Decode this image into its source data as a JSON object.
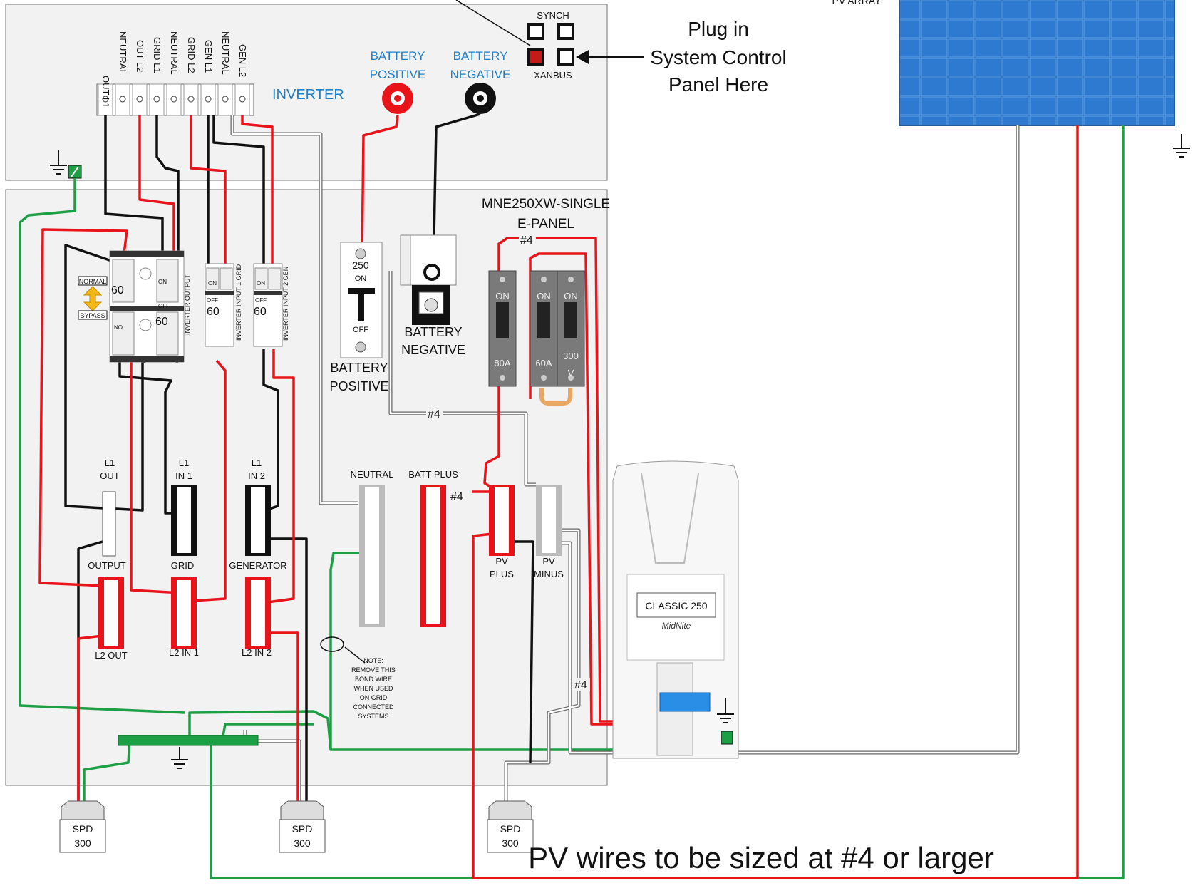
{
  "inverter": {
    "title": "INVERTER",
    "terminals": [
      "OUT L1",
      "NEUTRAL",
      "OUT L2",
      "GRID L1",
      "NEUTRAL",
      "GRID L2",
      "GEN L1",
      "NEUTRAL",
      "GEN L2"
    ],
    "battery_positive": [
      "BATTERY",
      "POSITIVE"
    ],
    "battery_negative": [
      "BATTERY",
      "NEGATIVE"
    ],
    "synch_label": "SYNCH",
    "xanbus_label": "XANBUS"
  },
  "callout": {
    "lines": [
      "Plug in",
      "System Control",
      "Panel Here"
    ]
  },
  "pv_array": {
    "label": "PV ARRAY"
  },
  "epanel": {
    "title": [
      "MNE250XW-SINGLE",
      "E-PANEL"
    ],
    "bypass": {
      "normal": "NORMAL",
      "bypass": "BYPASS",
      "a_top": "60",
      "a_bottom": "60",
      "on": "ON",
      "off": "OFF",
      "no": "NO",
      "label": "INVERTER OUTPUT"
    },
    "grid_breaker": {
      "on": "ON",
      "off": "OFF",
      "amps": "60",
      "label": "INVERTER INPUT 1 GRID"
    },
    "gen_breaker": {
      "on": "ON",
      "off": "OFF",
      "amps": "60",
      "label": "INVERTER INPUT 2 GEN"
    },
    "battery_disconnect": {
      "amps": "250",
      "on": "ON",
      "off": "OFF",
      "label": [
        "BATTERY",
        "POSITIVE"
      ]
    },
    "battery_negative_label": [
      "BATTERY",
      "NEGATIVE"
    ],
    "dc_breakers": [
      {
        "on": "ON",
        "amps": "80A"
      },
      {
        "on": "ON",
        "amps": "60A"
      },
      {
        "on": "ON",
        "amps": "300",
        "volts": "V"
      }
    ],
    "wire_gauge": "#4",
    "busbars": {
      "l1_out": [
        "L1",
        "OUT"
      ],
      "l1_in1": [
        "L1",
        "IN 1"
      ],
      "l1_in2": [
        "L1",
        "IN 2"
      ],
      "output": "OUTPUT",
      "grid": "GRID",
      "generator": "GENERATOR",
      "l2_out": "L2 OUT",
      "l2_in1": "L2 IN 1",
      "l2_in2": "L2 IN 2",
      "neutral": "NEUTRAL",
      "batt_plus": "BATT PLUS",
      "pv_plus": [
        "PV",
        "PLUS"
      ],
      "pv_minus": [
        "PV",
        "MINUS"
      ]
    },
    "note": [
      "NOTE:",
      "REMOVE THIS",
      "BOND WIRE",
      "WHEN USED",
      "ON GRID",
      "CONNECTED",
      "SYSTEMS"
    ]
  },
  "charge_controller": {
    "model": "CLASSIC 250",
    "brand": "MidNite"
  },
  "spd": [
    {
      "name": "SPD",
      "rating": "300"
    },
    {
      "name": "SPD",
      "rating": "300"
    },
    {
      "name": "SPD",
      "rating": "300"
    }
  ],
  "footer_note": "PV wires to be sized at #4 or larger",
  "colors": {
    "hot": "#e8141a",
    "neutral": "#ffffff",
    "ground": "#1da045",
    "black": "#111111",
    "blue_text": "#1e7fc6"
  }
}
